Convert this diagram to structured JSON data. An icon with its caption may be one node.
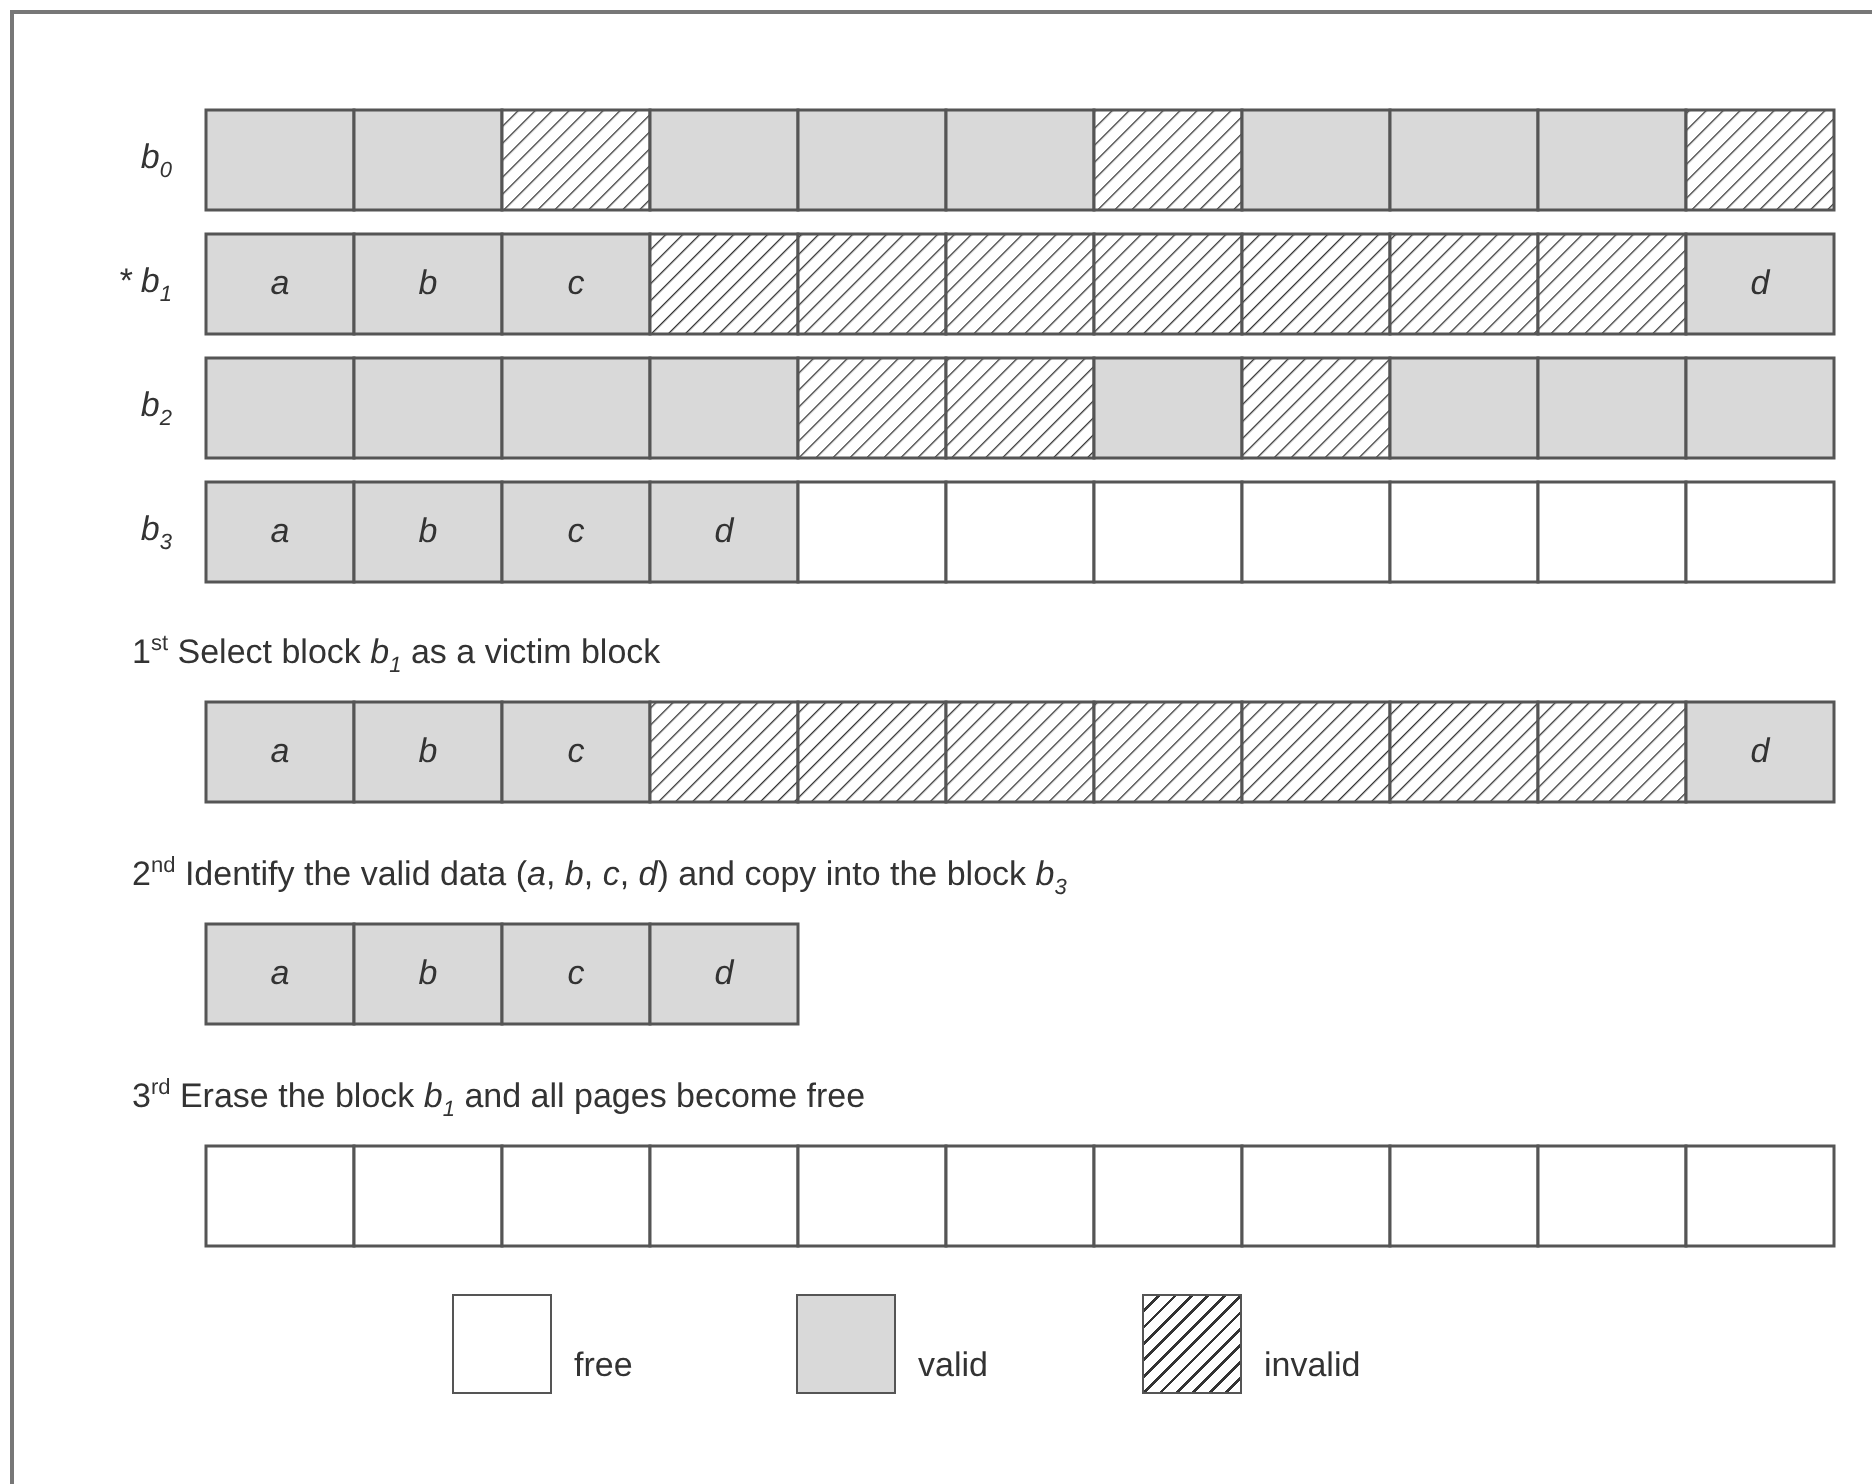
{
  "diagram": {
    "labels": [
      "b$_{0}$",
      "* b$_{1}$",
      "a",
      "b",
      "c",
      "d",
      "b$_{2}$",
      "b$_{3}$",
      "a",
      "b",
      "c",
      "d",
      "1$^{st}$ Select block *b*$_{1}$ as a victim block",
      "a",
      "b",
      "c",
      "d",
      "2$^{nd}$ Identify the valid data (*a*, *b*, *c*, *d*) and copy into the block *b*$_{3}$",
      "a",
      "b",
      "c",
      "d",
      "3$^{rd}$ Erase the block *b*$_{1}$ and all pages become free"
    ],
    "legend": [
      {
        "text": "free",
        "color": "#ffffff"
      },
      {
        "text": "valid",
        "color": "#d9d9d9"
      },
      {
        "text": "invalid"
      }
    ]
  }
}
